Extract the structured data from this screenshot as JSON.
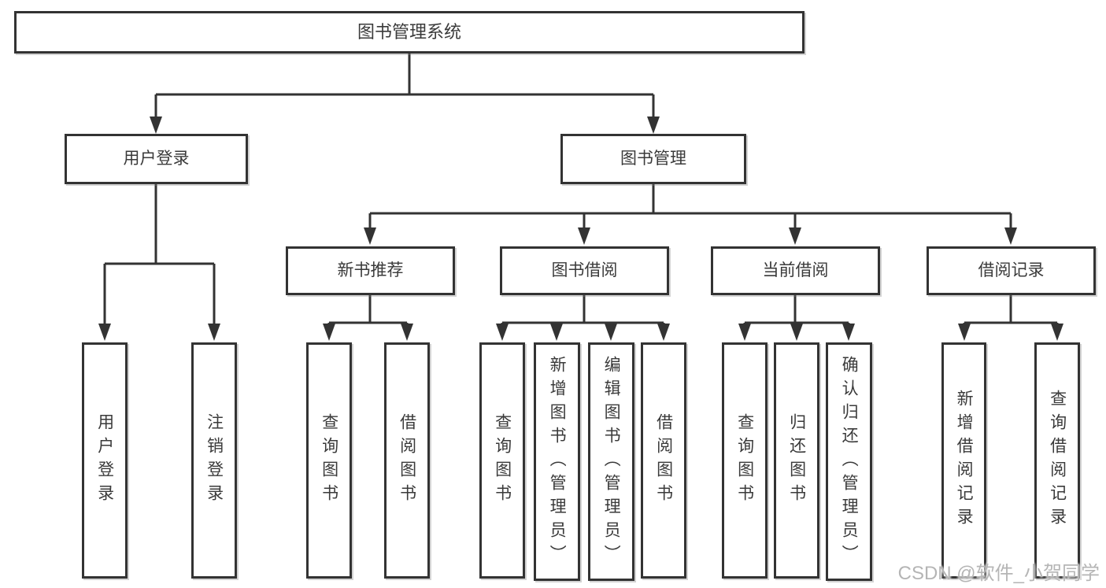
{
  "colors": {
    "border": "#333333",
    "text": "#3a3a3a",
    "watermark": "#b5b5b5",
    "background": "#ffffff"
  },
  "nodes": {
    "root": {
      "label": "图书管理系统"
    },
    "user_login": {
      "label": "用户登录"
    },
    "book_management": {
      "label": "图书管理"
    },
    "new_book_recommend": {
      "label": "新书推荐"
    },
    "book_borrow": {
      "label": "图书借阅"
    },
    "current_borrow": {
      "label": "当前借阅"
    },
    "borrow_records": {
      "label": "借阅记录"
    },
    "leaf_user_login": {
      "label": "用户登录"
    },
    "leaf_logout": {
      "label": "注销登录"
    },
    "leaf_nb_query_books": {
      "label": "查询图书"
    },
    "leaf_nb_borrow_books": {
      "label": "借阅图书"
    },
    "leaf_bb_query_books": {
      "label": "查询图书"
    },
    "leaf_bb_add_books": {
      "label": "新增图书（管理员）"
    },
    "leaf_bb_edit_books": {
      "label": "编辑图书（管理员）"
    },
    "leaf_bb_borrow_books": {
      "label": "借阅图书"
    },
    "leaf_cb_query_books": {
      "label": "查询图书"
    },
    "leaf_cb_return_books": {
      "label": "归还图书"
    },
    "leaf_cb_confirm_return": {
      "label": "确认归还（管理员）"
    },
    "leaf_br_add_record": {
      "label": "新增借阅记录"
    },
    "leaf_br_query_record": {
      "label": "查询借阅记录"
    }
  },
  "watermark": "CSDN @软件_小贺同学"
}
